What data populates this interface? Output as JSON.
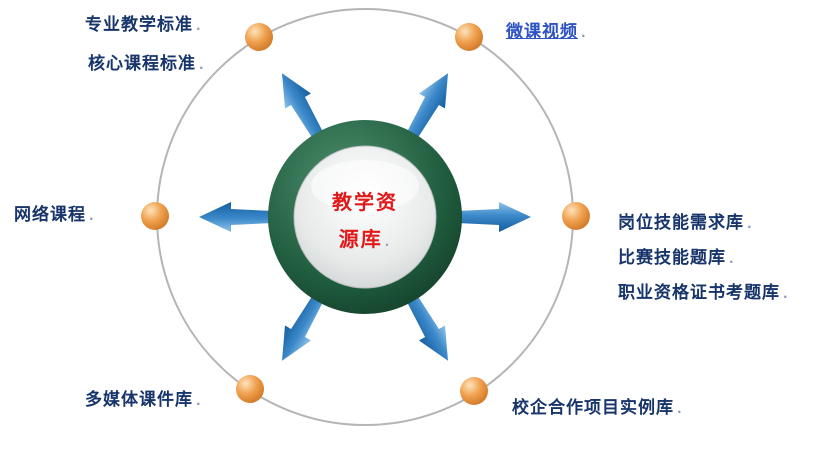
{
  "diagram": {
    "title_meaning": "teaching-resource-hub-diagram",
    "mark": ".",
    "center": {
      "line1": "教学资",
      "line2": "源库"
    },
    "nodes": {
      "top_left": {
        "lines": [
          "专业教学标准",
          "核心课程标准"
        ]
      },
      "top_right": {
        "lines": [
          "微课视频"
        ]
      },
      "left": {
        "lines": [
          "网络课程"
        ]
      },
      "right": {
        "lines": [
          "岗位技能需求库",
          "比赛技能题库",
          "职业资格证书考题库"
        ]
      },
      "bottom_left": {
        "lines": [
          "多媒体课件库"
        ]
      },
      "bottom_right": {
        "lines": [
          "校企合作项目实例库"
        ]
      }
    },
    "colors": {
      "orbit_ring": "#b5b5b5",
      "arrow_blue_dark": "#155d9e",
      "arrow_blue_light": "#8fc3e8",
      "node_orange": "#e08a2e",
      "hub_green": "#1f5c3e",
      "hub_inner_silver": "#e8eaea",
      "center_text_red": "#e01a1a",
      "label_navy": "#17356b",
      "link_blue": "#2d53c4"
    }
  }
}
